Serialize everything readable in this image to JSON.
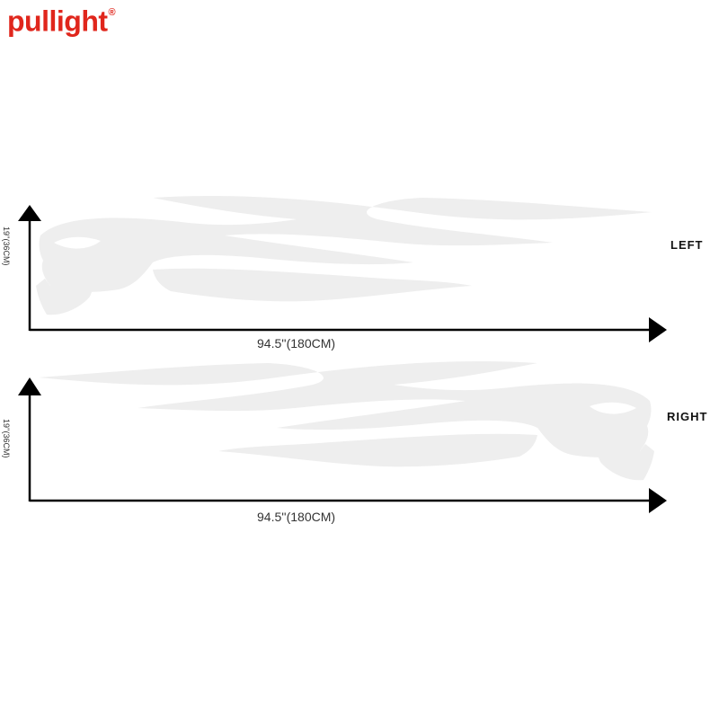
{
  "brand": {
    "name": "pullight",
    "mark": "®",
    "color": "#e0261c"
  },
  "decal_color": "#eeeeee",
  "axis_color": "#000000",
  "panels": [
    {
      "side_label": "LEFT",
      "width_label": "94.5''(180CM)",
      "height_label": "19''(36CM)",
      "facing": "left"
    },
    {
      "side_label": "RIGHT",
      "width_label": "94.5''(180CM)",
      "height_label": "19''(36CM)",
      "facing": "right"
    }
  ]
}
